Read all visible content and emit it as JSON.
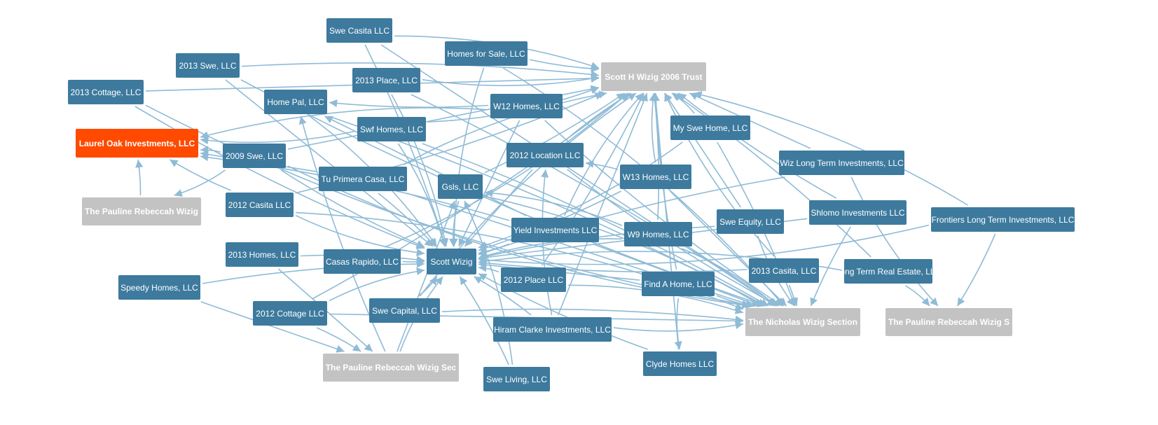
{
  "colors": {
    "entity": "#3d7a9e",
    "trust": "#c3c3c3",
    "focus": "#ff4a00",
    "edge": "#8fbbd6"
  },
  "nodes": [
    {
      "id": "swe_casita",
      "label": "Swe Casita LLC",
      "kind": "entity"
    },
    {
      "id": "homes_for_sale",
      "label": "Homes for Sale, LLC",
      "kind": "entity"
    },
    {
      "id": "swe2013",
      "label": "2013 Swe, LLC",
      "kind": "entity"
    },
    {
      "id": "place2013",
      "label": "2013 Place, LLC",
      "kind": "entity"
    },
    {
      "id": "cottage2013",
      "label": "2013 Cottage, LLC",
      "kind": "entity"
    },
    {
      "id": "home_pal",
      "label": "Home Pal, LLC",
      "kind": "entity"
    },
    {
      "id": "w12",
      "label": "W12 Homes, LLC",
      "kind": "entity"
    },
    {
      "id": "scott_trust",
      "label": "Scott H Wizig 2006 Trust",
      "kind": "trust"
    },
    {
      "id": "laurel_oak",
      "label": "Laurel Oak Investments, LLC",
      "kind": "focus"
    },
    {
      "id": "swf_homes",
      "label": "Swf Homes, LLC",
      "kind": "entity"
    },
    {
      "id": "my_swe_home",
      "label": "My Swe Home, LLC",
      "kind": "entity"
    },
    {
      "id": "swe2009",
      "label": "2009 Swe, LLC",
      "kind": "entity"
    },
    {
      "id": "location2012",
      "label": "2012 Location LLC",
      "kind": "entity"
    },
    {
      "id": "wiz_long_term",
      "label": "Wiz Long Term Investments, LLC",
      "kind": "entity"
    },
    {
      "id": "tu_primera",
      "label": "Tu Primera Casa, LLC",
      "kind": "entity"
    },
    {
      "id": "gsls",
      "label": "Gsls, LLC",
      "kind": "entity"
    },
    {
      "id": "w13",
      "label": "W13 Homes, LLC",
      "kind": "entity"
    },
    {
      "id": "pauline_wizig",
      "label": "The Pauline Rebeccah Wizig",
      "kind": "trust"
    },
    {
      "id": "casita2012",
      "label": "2012 Casita LLC",
      "kind": "entity"
    },
    {
      "id": "shlomo",
      "label": "Shlomo Investments LLC",
      "kind": "entity"
    },
    {
      "id": "frontiers",
      "label": "Frontiers Long Term Investments, LLC",
      "kind": "entity"
    },
    {
      "id": "swe_equity",
      "label": "Swe Equity, LLC",
      "kind": "entity"
    },
    {
      "id": "yield",
      "label": "Yield Investments LLC",
      "kind": "entity"
    },
    {
      "id": "w9",
      "label": "W9 Homes, LLC",
      "kind": "entity"
    },
    {
      "id": "homes2013",
      "label": "2013 Homes, LLC",
      "kind": "entity"
    },
    {
      "id": "casas_rapido",
      "label": "Casas Rapido, LLC",
      "kind": "entity"
    },
    {
      "id": "scott_wizig",
      "label": "Scott Wizig",
      "kind": "entity"
    },
    {
      "id": "casita2013",
      "label": "2013 Casita, LLC",
      "kind": "entity"
    },
    {
      "id": "long_term_re",
      "label": "Long Term Real Estate, LLC",
      "kind": "entity"
    },
    {
      "id": "speedy",
      "label": "Speedy Homes, LLC",
      "kind": "entity"
    },
    {
      "id": "place2012",
      "label": "2012 Place LLC",
      "kind": "entity"
    },
    {
      "id": "find_a_home",
      "label": "Find A Home, LLC",
      "kind": "entity"
    },
    {
      "id": "cottage2012",
      "label": "2012 Cottage LLC",
      "kind": "entity"
    },
    {
      "id": "swe_capital",
      "label": "Swe Capital, LLC",
      "kind": "entity"
    },
    {
      "id": "nicholas_section",
      "label": "The Nicholas Wizig Section",
      "kind": "trust"
    },
    {
      "id": "pauline_s",
      "label": "The Pauline Rebeccah Wizig S",
      "kind": "trust"
    },
    {
      "id": "hiram_clarke",
      "label": "Hiram Clarke Investments, LLC",
      "kind": "entity"
    },
    {
      "id": "clyde",
      "label": "Clyde Homes LLC",
      "kind": "entity"
    },
    {
      "id": "pauline_sec",
      "label": "The Pauline Rebeccah Wizig Sec",
      "kind": "trust"
    },
    {
      "id": "swe_living",
      "label": "Swe Living, LLC",
      "kind": "entity"
    }
  ],
  "edges": [
    [
      "swe_casita",
      "scott_trust"
    ],
    [
      "swe_casita",
      "scott_wizig"
    ],
    [
      "swe_casita",
      "nicholas_section"
    ],
    [
      "homes_for_sale",
      "scott_trust"
    ],
    [
      "homes_for_sale",
      "scott_wizig"
    ],
    [
      "homes_for_sale",
      "nicholas_section"
    ],
    [
      "swe2013",
      "scott_trust"
    ],
    [
      "swe2013",
      "scott_wizig"
    ],
    [
      "swe2013",
      "nicholas_section"
    ],
    [
      "place2013",
      "scott_trust"
    ],
    [
      "place2013",
      "scott_wizig"
    ],
    [
      "place2013",
      "nicholas_section"
    ],
    [
      "cottage2013",
      "scott_trust"
    ],
    [
      "cottage2013",
      "scott_wizig"
    ],
    [
      "cottage2013",
      "nicholas_section"
    ],
    [
      "home_pal",
      "scott_wizig"
    ],
    [
      "home_pal",
      "nicholas_section"
    ],
    [
      "w12",
      "scott_wizig"
    ],
    [
      "w12",
      "nicholas_section"
    ],
    [
      "swf_homes",
      "scott_trust"
    ],
    [
      "swf_homes",
      "scott_wizig"
    ],
    [
      "swf_homes",
      "nicholas_section"
    ],
    [
      "swe2009",
      "scott_trust"
    ],
    [
      "swe2009",
      "scott_wizig"
    ],
    [
      "swe2009",
      "nicholas_section"
    ],
    [
      "tu_primera",
      "scott_trust"
    ],
    [
      "tu_primera",
      "scott_wizig"
    ],
    [
      "tu_primera",
      "nicholas_section"
    ],
    [
      "gsls",
      "scott_trust"
    ],
    [
      "gsls",
      "scott_wizig"
    ],
    [
      "gsls",
      "nicholas_section"
    ],
    [
      "location2012",
      "scott_trust"
    ],
    [
      "location2012",
      "scott_wizig"
    ],
    [
      "location2012",
      "nicholas_section"
    ],
    [
      "my_swe_home",
      "scott_trust"
    ],
    [
      "my_swe_home",
      "scott_wizig"
    ],
    [
      "my_swe_home",
      "nicholas_section"
    ],
    [
      "wiz_long_term",
      "scott_trust"
    ],
    [
      "wiz_long_term",
      "scott_wizig"
    ],
    [
      "wiz_long_term",
      "pauline_s"
    ],
    [
      "w13",
      "scott_trust"
    ],
    [
      "w13",
      "scott_wizig"
    ],
    [
      "w13",
      "nicholas_section"
    ],
    [
      "casita2012",
      "scott_trust"
    ],
    [
      "casita2012",
      "scott_wizig"
    ],
    [
      "casita2012",
      "nicholas_section"
    ],
    [
      "shlomo",
      "scott_trust"
    ],
    [
      "shlomo",
      "scott_wizig"
    ],
    [
      "shlomo",
      "nicholas_section"
    ],
    [
      "frontiers",
      "scott_trust"
    ],
    [
      "frontiers",
      "scott_wizig"
    ],
    [
      "frontiers",
      "pauline_s"
    ],
    [
      "swe_equity",
      "scott_trust"
    ],
    [
      "swe_equity",
      "scott_wizig"
    ],
    [
      "swe_equity",
      "nicholas_section"
    ],
    [
      "yield",
      "scott_trust"
    ],
    [
      "yield",
      "scott_wizig"
    ],
    [
      "yield",
      "nicholas_section"
    ],
    [
      "w9",
      "scott_trust"
    ],
    [
      "w9",
      "scott_wizig"
    ],
    [
      "w9",
      "nicholas_section"
    ],
    [
      "homes2013",
      "scott_wizig"
    ],
    [
      "homes2013",
      "pauline_sec"
    ],
    [
      "casas_rapido",
      "scott_wizig"
    ],
    [
      "casas_rapido",
      "scott_trust"
    ],
    [
      "casita2013",
      "scott_trust"
    ],
    [
      "casita2013",
      "scott_wizig"
    ],
    [
      "casita2013",
      "nicholas_section"
    ],
    [
      "long_term_re",
      "scott_trust"
    ],
    [
      "long_term_re",
      "scott_wizig"
    ],
    [
      "long_term_re",
      "pauline_s"
    ],
    [
      "speedy",
      "scott_wizig"
    ],
    [
      "speedy",
      "pauline_sec"
    ],
    [
      "place2012",
      "scott_trust"
    ],
    [
      "place2012",
      "scott_wizig"
    ],
    [
      "place2012",
      "nicholas_section"
    ],
    [
      "find_a_home",
      "scott_trust"
    ],
    [
      "find_a_home",
      "scott_wizig"
    ],
    [
      "find_a_home",
      "nicholas_section"
    ],
    [
      "find_a_home",
      "clyde"
    ],
    [
      "cottage2012",
      "scott_wizig"
    ],
    [
      "cottage2012",
      "pauline_sec"
    ],
    [
      "cottage2012",
      "nicholas_section"
    ],
    [
      "cottage2012",
      "scott_trust"
    ],
    [
      "swe_capital",
      "scott_wizig"
    ],
    [
      "swe_capital",
      "scott_trust"
    ],
    [
      "swe_capital",
      "nicholas_section"
    ],
    [
      "hiram_clarke",
      "scott_trust"
    ],
    [
      "hiram_clarke",
      "scott_wizig"
    ],
    [
      "hiram_clarke",
      "nicholas_section"
    ],
    [
      "hiram_clarke",
      "location2012"
    ],
    [
      "clyde",
      "scott_wizig"
    ],
    [
      "clyde",
      "scott_trust"
    ],
    [
      "swe_living",
      "scott_wizig"
    ],
    [
      "swe_living",
      "gsls"
    ],
    [
      "pauline_sec",
      "scott_wizig"
    ],
    [
      "pauline_sec",
      "home_pal"
    ],
    [
      "pauline_sec",
      "gsls"
    ],
    [
      "pauline_wizig",
      "laurel_oak"
    ],
    [
      "swe2009",
      "laurel_oak"
    ],
    [
      "swf_homes",
      "laurel_oak"
    ],
    [
      "casita2012",
      "laurel_oak"
    ],
    [
      "tu_primera",
      "laurel_oak"
    ],
    [
      "yield",
      "laurel_oak"
    ],
    [
      "w12",
      "laurel_oak"
    ],
    [
      "swe2009",
      "pauline_wizig"
    ],
    [
      "w12",
      "home_pal"
    ],
    [
      "yield",
      "home_pal"
    ],
    [
      "w13",
      "location2012"
    ],
    [
      "w9",
      "gsls"
    ]
  ]
}
